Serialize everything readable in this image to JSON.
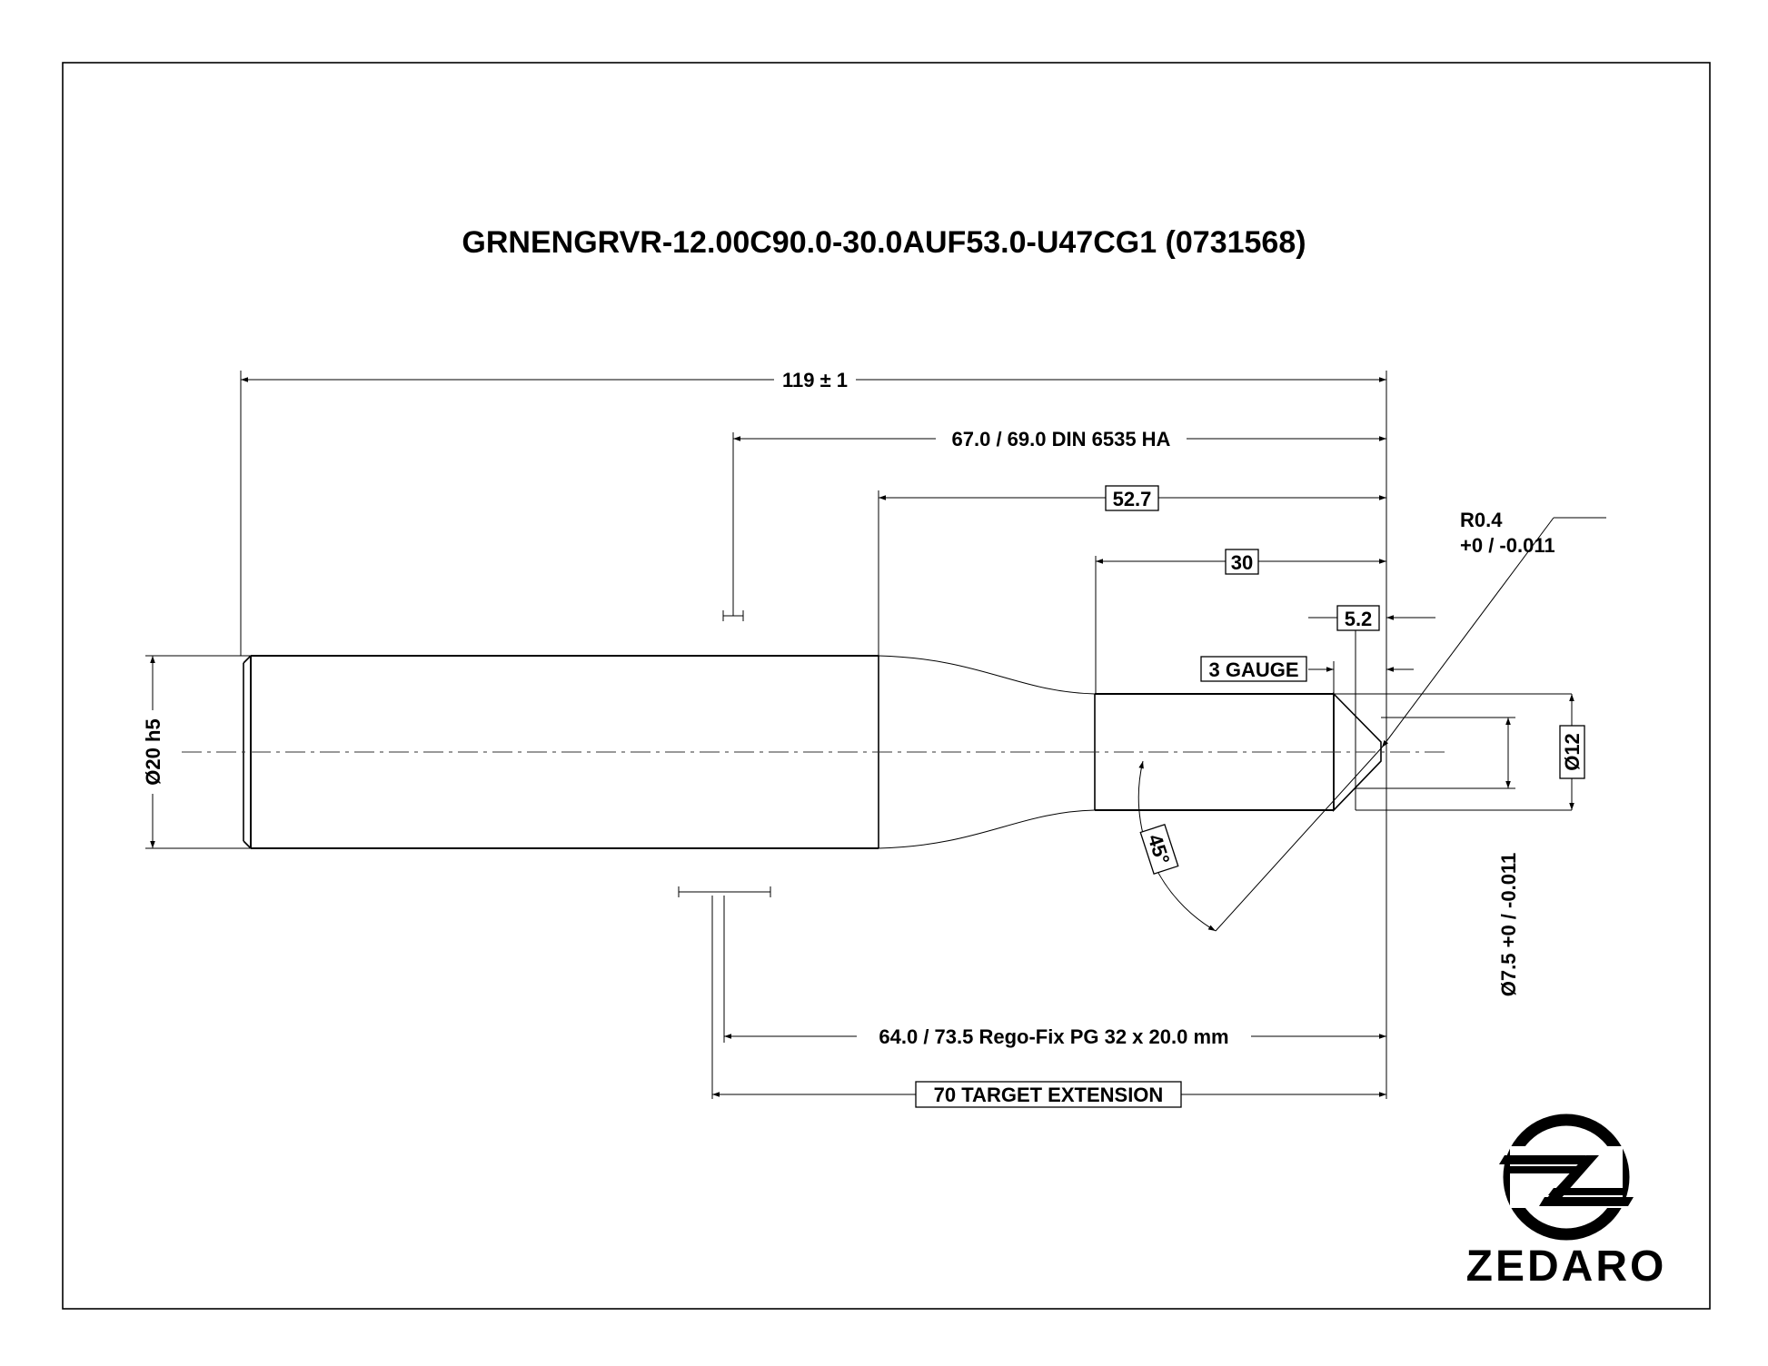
{
  "title": "GRNENGRVR-12.00C90.0-30.0AUF53.0-U47CG1 (0731568)",
  "dimensions": {
    "overall_length": "119 ± 1",
    "holder_din": "67.0 / 69.0 DIN 6535 HA",
    "neck_length": "52.7",
    "body_length": "30",
    "tip_length": "5.2",
    "gauge": "3 GAUGE",
    "corner_radius_line1": "R0.4",
    "corner_radius_line2": "+0 / -0.011",
    "shank_diameter": "Ø20 h5",
    "cutting_diameter": "Ø12",
    "tip_diameter": "Ø7.5 +0 / -0.011",
    "angle": "45°",
    "holder_rego": "64.0 / 73.5 Rego-Fix PG 32 x 20.0 mm",
    "target_extension": "70 TARGET EXTENSION"
  },
  "brand": {
    "logo_name": "zedaro-logo-icon",
    "name": "ZEDARO"
  }
}
